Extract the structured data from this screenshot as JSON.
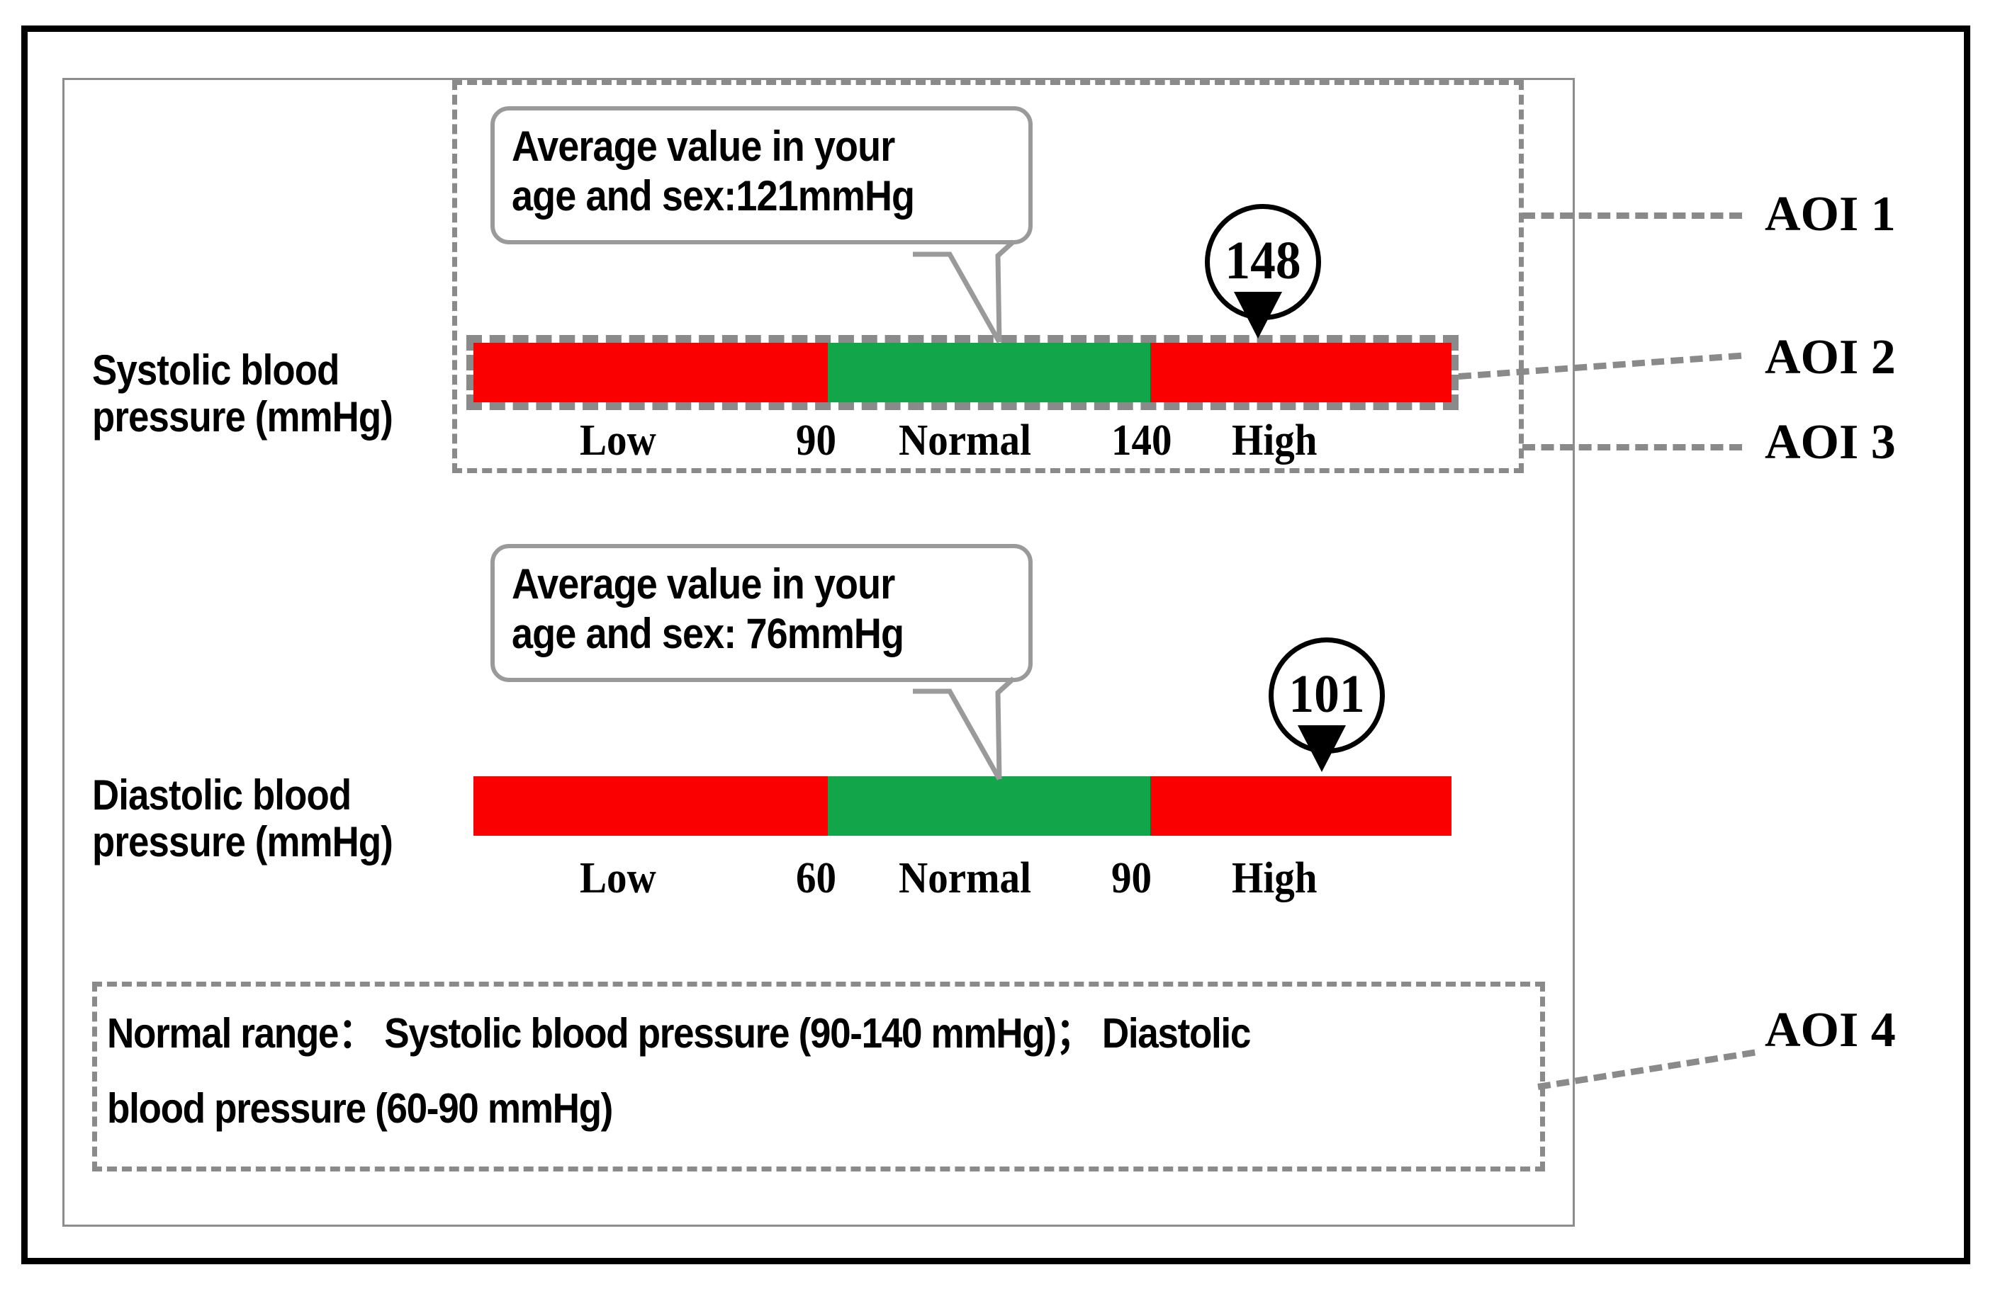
{
  "figure": {
    "title": "Blood pressure AOI annotation figure"
  },
  "rows": [
    {
      "id": "systolic",
      "label_line1": "Systolic blood",
      "label_line2": "pressure (mmHg)",
      "callout": {
        "line1": "Average value in your",
        "line2": "age and sex:121mmHg",
        "average_value": 121,
        "unit": "mmHg"
      },
      "pin_value": "148",
      "scale": {
        "low_label": "Low",
        "lower_bound": "90",
        "normal_label": "Normal",
        "upper_bound": "140",
        "high_label": "High"
      },
      "segments": [
        {
          "name": "low",
          "color": "#fb0000"
        },
        {
          "name": "normal",
          "color": "#13a54a"
        },
        {
          "name": "high",
          "color": "#fb0000"
        }
      ],
      "selected": true
    },
    {
      "id": "diastolic",
      "label_line1": "Diastolic blood",
      "label_line2": "pressure (mmHg)",
      "callout": {
        "line1": "Average value in your",
        "line2": "age and sex: 76mmHg",
        "average_value": 76,
        "unit": "mmHg"
      },
      "pin_value": "101",
      "scale": {
        "low_label": "Low",
        "lower_bound": "60",
        "normal_label": "Normal",
        "upper_bound": "90",
        "high_label": "High"
      },
      "segments": [
        {
          "name": "low",
          "color": "#fb0000"
        },
        {
          "name": "normal",
          "color": "#13a54a"
        },
        {
          "name": "high",
          "color": "#fb0000"
        }
      ],
      "selected": false
    }
  ],
  "note": {
    "line1": "Normal range： Systolic blood pressure (90-140 mmHg)； Diastolic",
    "line2": "blood pressure (60-90 mmHg)"
  },
  "aoi_labels": [
    {
      "id": "aoi1",
      "text": "AOI 1"
    },
    {
      "id": "aoi2",
      "text": "AOI 2"
    },
    {
      "id": "aoi3",
      "text": "AOI 3"
    },
    {
      "id": "aoi4",
      "text": "AOI 4"
    }
  ],
  "colors": {
    "red": "#fb0000",
    "green": "#13a54a",
    "aoi_dash": "#8a8a8a",
    "frame": "#000000",
    "inner_frame": "#8d8d8d",
    "callout_border": "#9a9a9a"
  },
  "chart_data": {
    "type": "bar",
    "title": "Blood pressure ranges with personal readings",
    "series": [
      {
        "name": "Systolic blood pressure (mmHg)",
        "reading": 148,
        "population_average": 121,
        "normal_range": [
          90,
          140
        ],
        "zones": [
          {
            "label": "Low",
            "range": [
              null,
              90
            ],
            "color": "#fb0000"
          },
          {
            "label": "Normal",
            "range": [
              90,
              140
            ],
            "color": "#13a54a"
          },
          {
            "label": "High",
            "range": [
              140,
              null
            ],
            "color": "#fb0000"
          }
        ]
      },
      {
        "name": "Diastolic blood pressure (mmHg)",
        "reading": 101,
        "population_average": 76,
        "normal_range": [
          60,
          90
        ],
        "zones": [
          {
            "label": "Low",
            "range": [
              null,
              60
            ],
            "color": "#fb0000"
          },
          {
            "label": "Normal",
            "range": [
              60,
              90
            ],
            "color": "#13a54a"
          },
          {
            "label": "High",
            "range": [
              90,
              null
            ],
            "color": "#fb0000"
          }
        ]
      }
    ],
    "xlabel": "",
    "ylabel": "",
    "grid": false,
    "legend": "none"
  }
}
